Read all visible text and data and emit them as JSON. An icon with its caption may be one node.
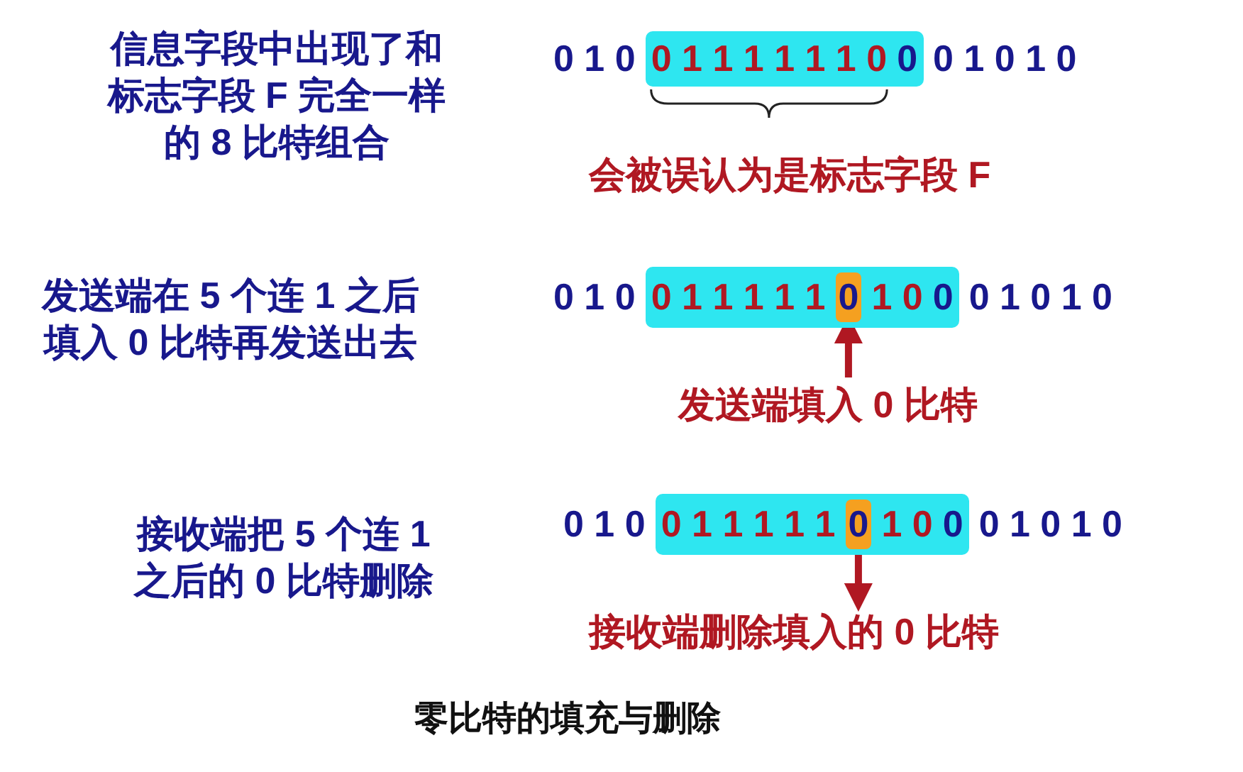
{
  "diagram": {
    "caption": "零比特的填充与删除",
    "nodes": [
      {
        "text": [
          "0 1 1 1 1 1 1 0",
          "0"
        ]
      },
      {
        "text": [
          "0 1 1 1 1 1",
          "1 0",
          "0"
        ]
      },
      {
        "text": [
          "0"
        ],
        "in": 1
      },
      {
        "text": [
          "发送端填入 0 比特"
        ]
      },
      {
        "text": [
          "0 1 1 1 1 1",
          "1 0",
          "0"
        ]
      },
      {
        "text": [
          "0"
        ],
        "in": 4
      },
      {
        "text": [
          "接收端删除填入的 0 比特"
        ]
      }
    ],
    "edges": [
      {
        "from": 3,
        "to": 2,
        "arrow": "to"
      },
      {
        "from": 5,
        "to": 6,
        "arrow": "to"
      }
    ],
    "labels": [
      "信息字段中出现了和标志字段 F 完全一样的 8 比特组合",
      "0 1 0",
      "0 1 0 1 0",
      "会被误认为是标志字段 F",
      "发送端在 5 个连 1 之后填入 0 比特再发送出去",
      "0 1 0",
      "0 1 0 1 0",
      "接收端把 5 个连 1 之后的 0 比特删除",
      "0 1 0",
      "0 1 0 1 0"
    ]
  }
}
